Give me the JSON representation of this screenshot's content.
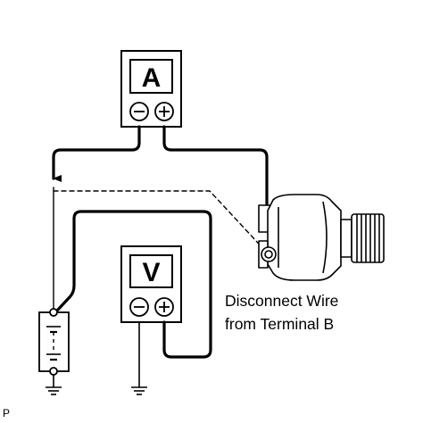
{
  "ammeter": {
    "symbol": "A",
    "terminal_negative": "−",
    "terminal_positive": "+"
  },
  "voltmeter": {
    "symbol": "V",
    "terminal_negative": "−",
    "terminal_positive": "+"
  },
  "callout": {
    "line1": "Disconnect Wire",
    "line2": "from Terminal B"
  },
  "corner_mark": "P",
  "icons": {
    "battery": "battery-icon",
    "ground": "ground-icon",
    "alternator": "alternator-icon"
  }
}
